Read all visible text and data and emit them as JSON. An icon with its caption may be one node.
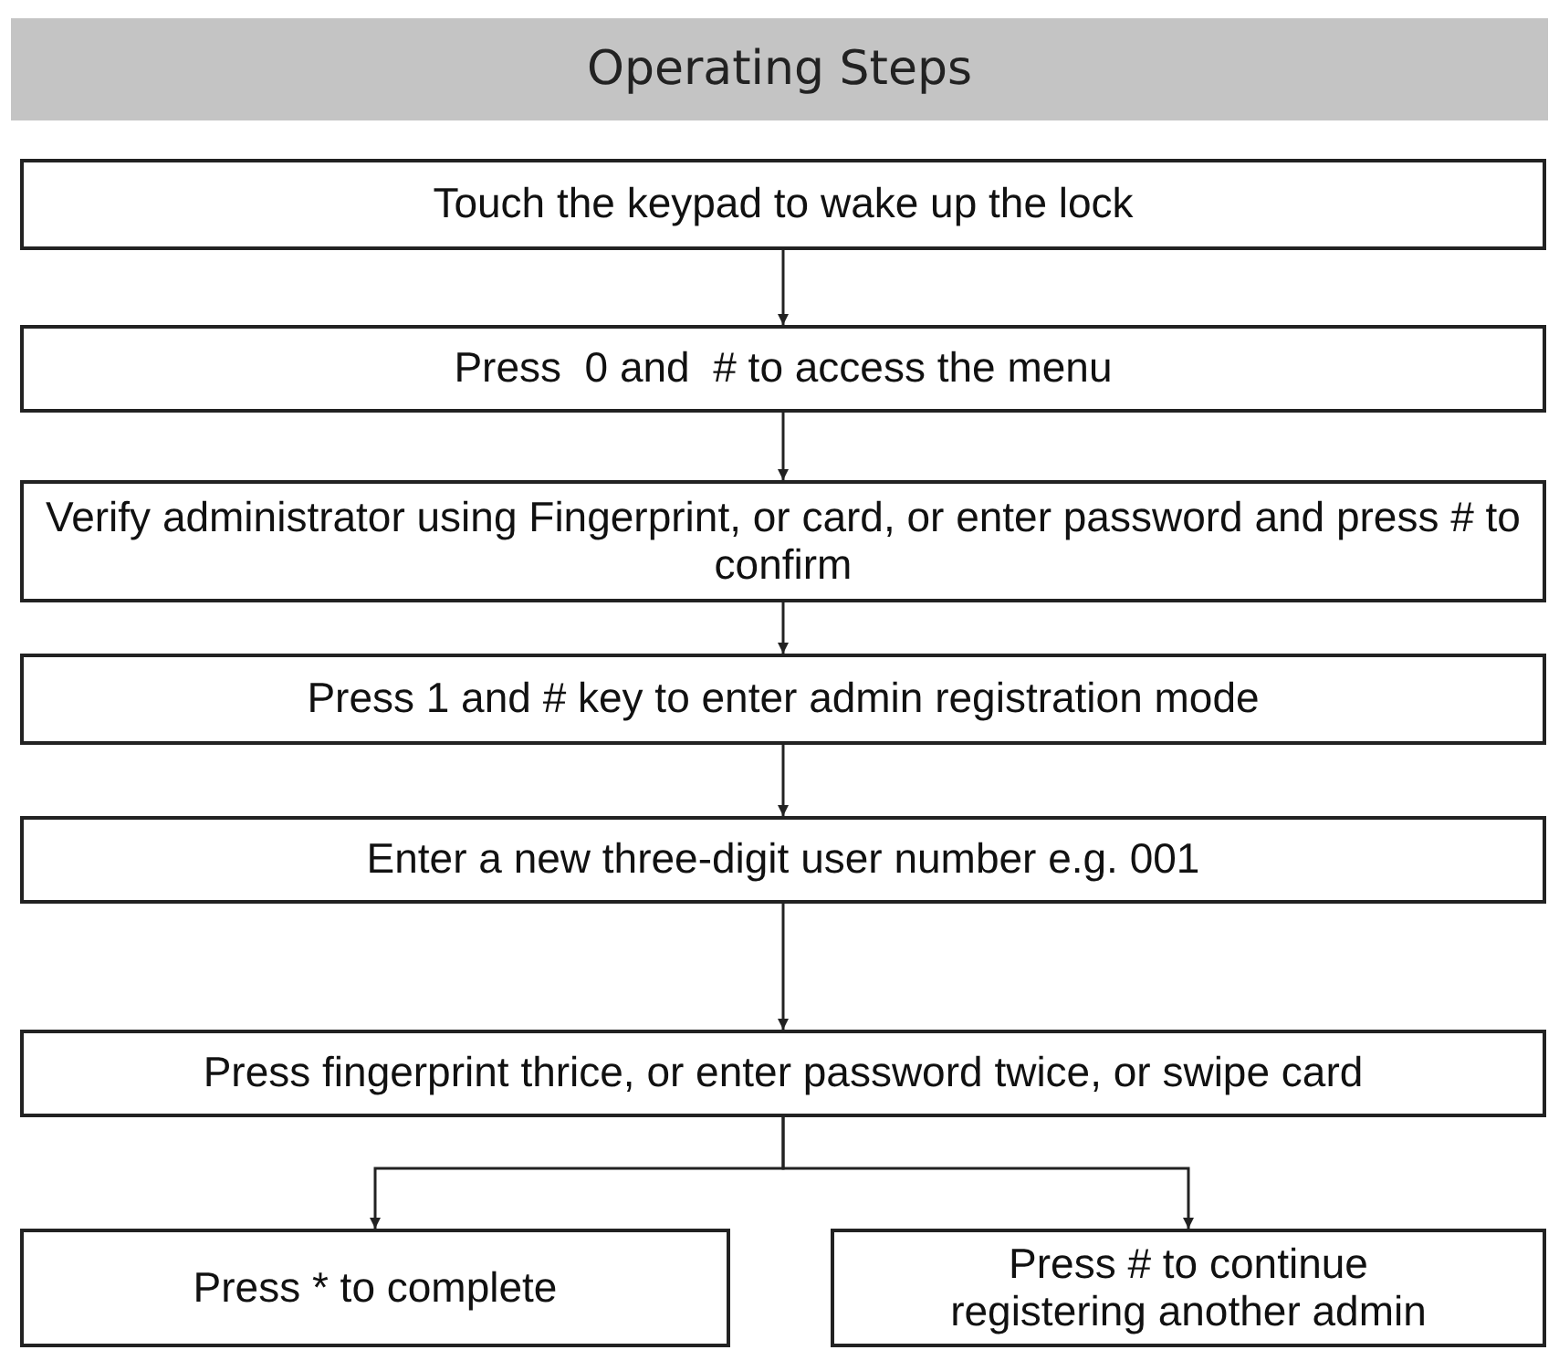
{
  "diagram": {
    "title": "Operating Steps",
    "nodes": [
      {
        "text": [
          "Touch the keypad to wake up the lock"
        ]
      },
      {
        "text": [
          "Press  0 and  # to access the menu"
        ]
      },
      {
        "text": [
          "Verify administrator using Fingerprint, or card, or enter password and press # to confirm"
        ]
      },
      {
        "text": [
          "Press 1 and # key to enter admin registration mode"
        ]
      },
      {
        "text": [
          "Enter a new three-digit user number e.g. 001"
        ]
      },
      {
        "text": [
          "Press fingerprint thrice, or enter password twice, or swipe card"
        ]
      },
      {
        "text": [
          "Press * to complete"
        ]
      },
      {
        "text": [
          "Press # to continue registering another admin"
        ]
      }
    ],
    "edges": [
      {
        "from": 0,
        "to": 1,
        "arrow": "to"
      },
      {
        "from": 1,
        "to": 2,
        "arrow": "to"
      },
      {
        "from": 2,
        "to": 3,
        "arrow": "to"
      },
      {
        "from": 3,
        "to": 4,
        "arrow": "to"
      },
      {
        "from": 4,
        "to": 5,
        "arrow": "to"
      },
      {
        "from": 5,
        "to": 6,
        "arrow": "to"
      },
      {
        "from": 5,
        "to": 7,
        "arrow": "to"
      }
    ]
  }
}
